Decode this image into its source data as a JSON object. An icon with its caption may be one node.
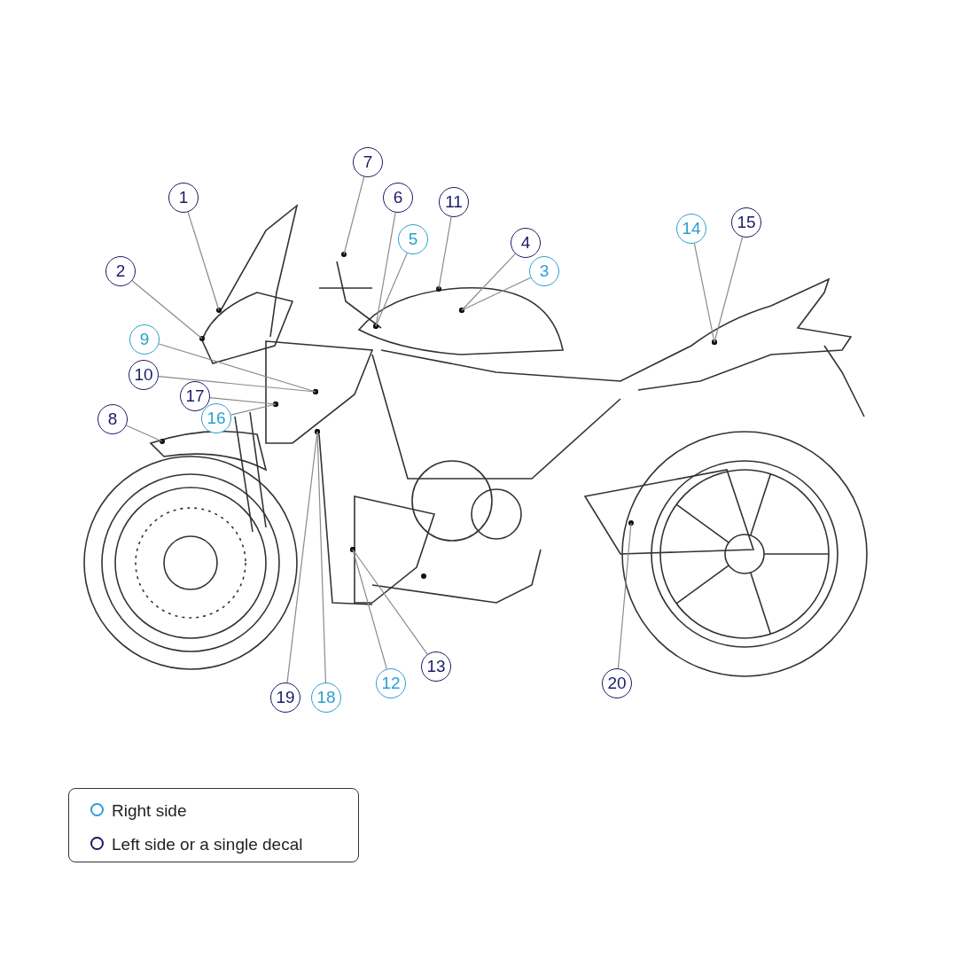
{
  "diagram": {
    "nodes": [
      {
        "text": [
          "1"
        ]
      },
      {
        "text": [
          "2"
        ]
      },
      {
        "text": [
          "3"
        ]
      },
      {
        "text": [
          "4"
        ]
      },
      {
        "text": [
          "5"
        ]
      },
      {
        "text": [
          "6"
        ]
      },
      {
        "text": [
          "7"
        ]
      },
      {
        "text": [
          "8"
        ]
      },
      {
        "text": [
          "9"
        ]
      },
      {
        "text": [
          "10"
        ]
      },
      {
        "text": [
          "11"
        ]
      },
      {
        "text": [
          "12"
        ]
      },
      {
        "text": [
          "13"
        ]
      },
      {
        "text": [
          "14"
        ]
      },
      {
        "text": [
          "15"
        ]
      },
      {
        "text": [
          "16"
        ]
      },
      {
        "text": [
          "17"
        ]
      },
      {
        "text": [
          "18"
        ]
      },
      {
        "text": [
          "19"
        ]
      },
      {
        "text": [
          "20"
        ]
      }
    ],
    "edges": [
      {
        "from": 0,
        "to": null,
        "arrow": "none"
      },
      {
        "from": 1,
        "to": null,
        "arrow": "none"
      },
      {
        "from": 2,
        "to": null,
        "arrow": "none"
      },
      {
        "from": 3,
        "to": null,
        "arrow": "none"
      },
      {
        "from": 4,
        "to": null,
        "arrow": "none"
      },
      {
        "from": 5,
        "to": null,
        "arrow": "none"
      },
      {
        "from": 6,
        "to": null,
        "arrow": "none"
      },
      {
        "from": 7,
        "to": null,
        "arrow": "none"
      },
      {
        "from": 8,
        "to": null,
        "arrow": "none"
      },
      {
        "from": 9,
        "to": null,
        "arrow": "none"
      },
      {
        "from": 10,
        "to": null,
        "arrow": "none"
      },
      {
        "from": 11,
        "to": null,
        "arrow": "none"
      },
      {
        "from": 12,
        "to": null,
        "arrow": "none"
      },
      {
        "from": 13,
        "to": null,
        "arrow": "none"
      },
      {
        "from": 14,
        "to": null,
        "arrow": "none"
      },
      {
        "from": 15,
        "to": null,
        "arrow": "none"
      },
      {
        "from": 16,
        "to": null,
        "arrow": "none"
      },
      {
        "from": 17,
        "to": null,
        "arrow": "none"
      },
      {
        "from": 18,
        "to": null,
        "arrow": "none"
      },
      {
        "from": 19,
        "to": null,
        "arrow": "none"
      }
    ],
    "legend": [
      {
        "text": "Right side"
      },
      {
        "text": "Left side or a single decal"
      }
    ]
  }
}
